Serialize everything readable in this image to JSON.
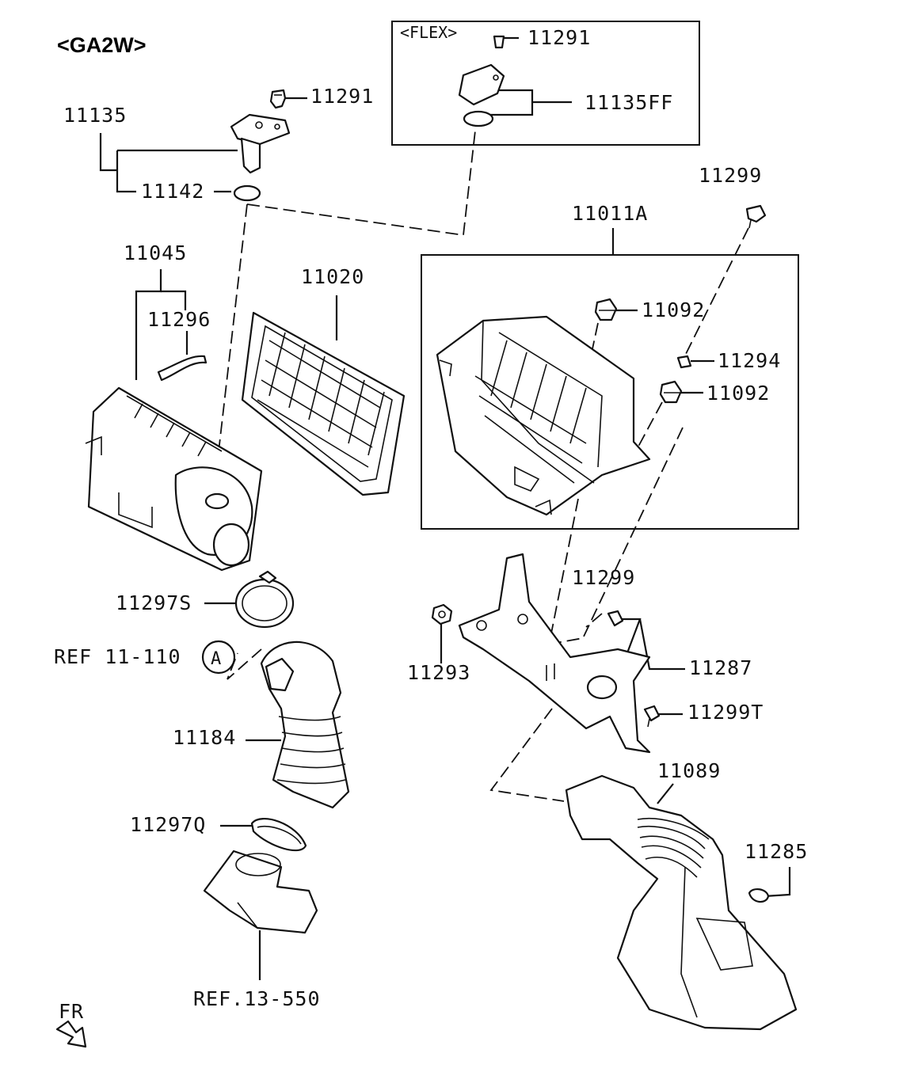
{
  "model": "<GA2W>",
  "flex_box_label": "<FLEX>",
  "front_indicator": "FR",
  "ref_marker": "A",
  "labels": {
    "l11135": "11135",
    "l11291a": "11291",
    "l11142": "11142",
    "l11291b": "11291",
    "l11135ff": "11135FF",
    "l11299a": "11299",
    "l11011a": "11011A",
    "l11045": "11045",
    "l11020": "11020",
    "l11296": "11296",
    "l11092a": "11092",
    "l11294": "11294",
    "l11092b": "11092",
    "l11297s": "11297S",
    "l11299b": "11299",
    "lref11110": "REF 11-110",
    "l11293": "11293",
    "l11287": "11287",
    "l11299t": "11299T",
    "l11184": "11184",
    "l11089": "11089",
    "l11297q": "11297Q",
    "l11285": "11285",
    "lref13550": "REF.13-550"
  }
}
